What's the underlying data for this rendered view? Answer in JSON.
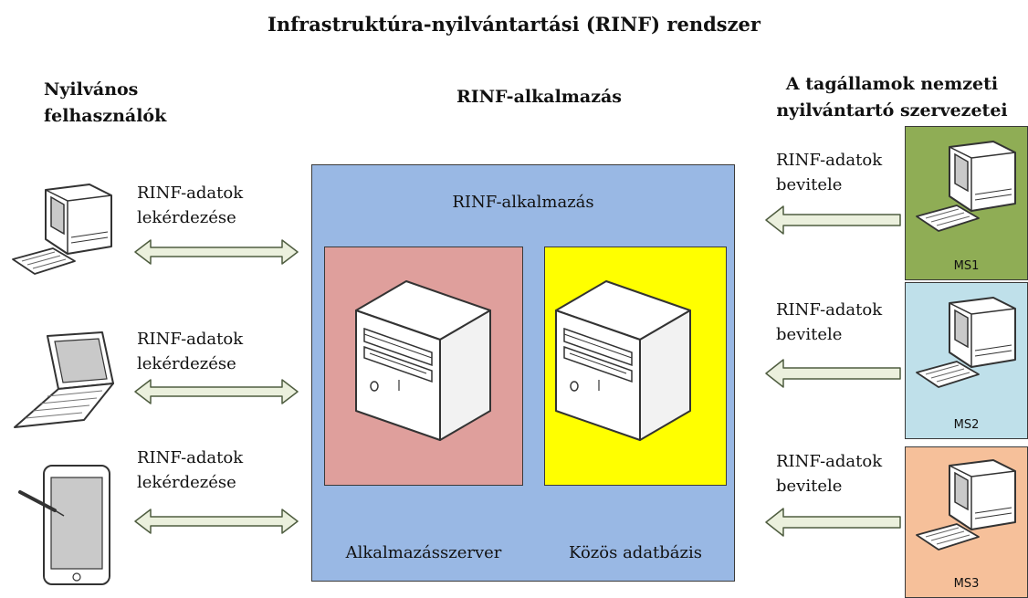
{
  "title": "Infrastruktúra-nyilvántartási (RINF) rendszer",
  "left_heading": [
    "Nyilvános",
    "felhasználók"
  ],
  "center_heading": "RINF-alkalmazás",
  "right_heading": [
    "A tagállamok nemzeti",
    "nyilvántartó szervezetei"
  ],
  "app_box": {
    "label": "RINF-alkalmazás",
    "app_server_label": "Alkalmazásszerver",
    "database_label": "Közös adatbázis"
  },
  "query_label": [
    "RINF-adatok",
    "lekérdezése"
  ],
  "input_label": [
    "RINF-adatok",
    "bevitele"
  ],
  "member_states": [
    {
      "name": "MS1",
      "color": "#8fad55"
    },
    {
      "name": "MS2",
      "color": "#bfe0ea"
    },
    {
      "name": "MS3",
      "color": "#f6c09a"
    }
  ],
  "devices": [
    "desktop-computer",
    "laptop",
    "tablet"
  ],
  "colors": {
    "app_box": "#99b8e4",
    "app_server_box": "#df9f9c",
    "database_box": "#ffff00",
    "arrow_fill": "#ebf0dd",
    "arrow_stroke": "#4f5d40"
  }
}
